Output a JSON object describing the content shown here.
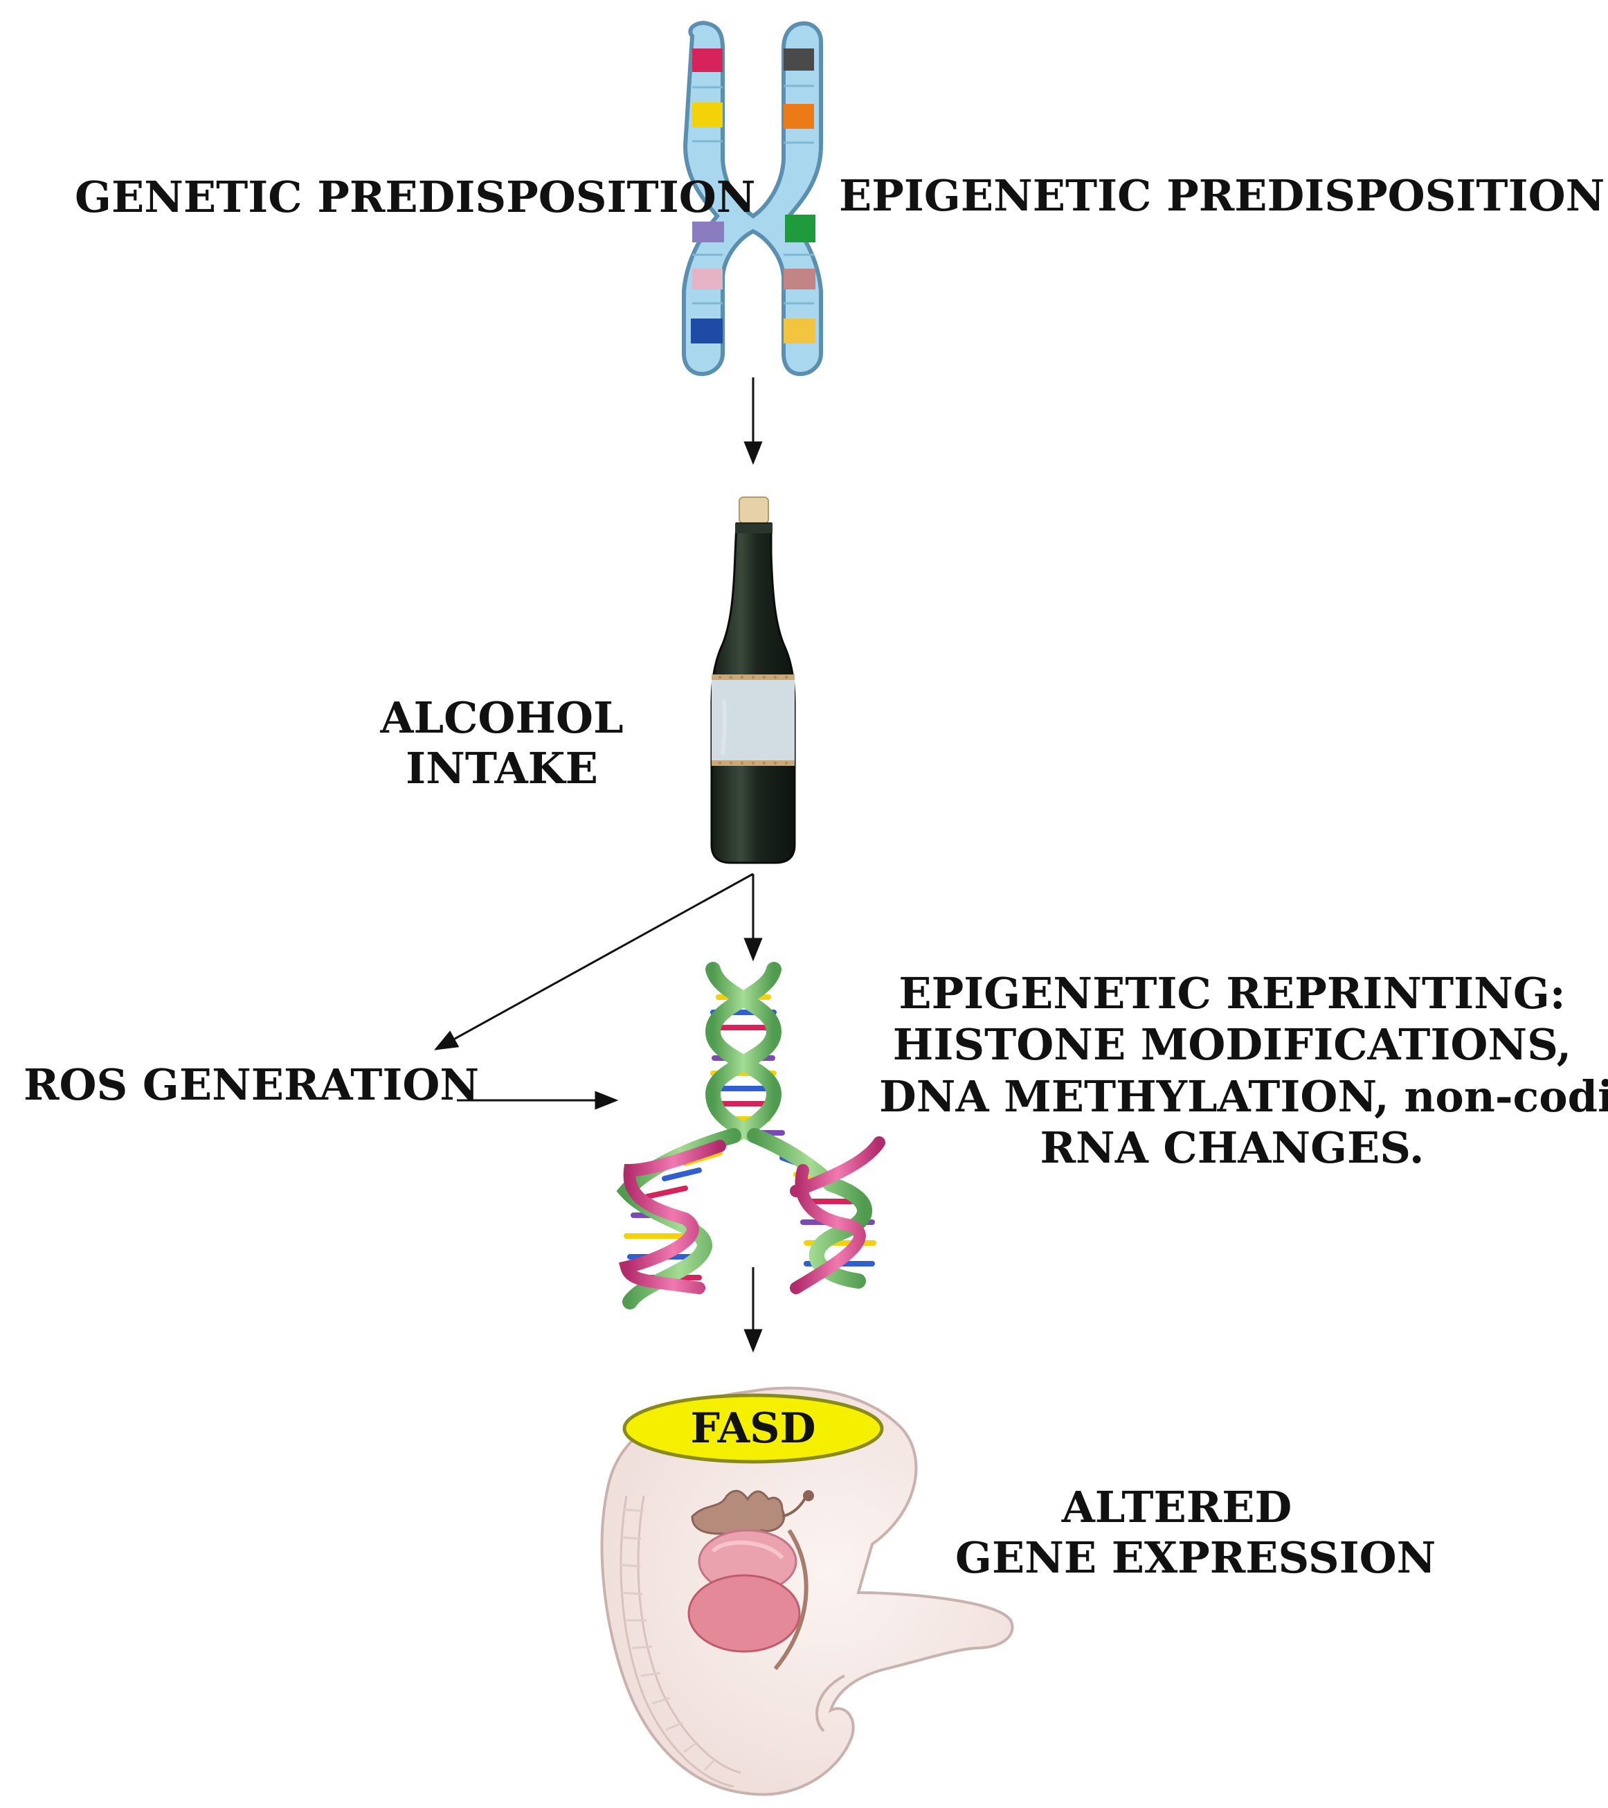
{
  "labels": {
    "genetic_predisposition": "GENETIC PREDISPOSITION",
    "epigenetic_predisposition": "EPIGENETIC PREDISPOSITION",
    "alcohol_line1": "ALCOHOL",
    "alcohol_line2": "INTAKE",
    "ros_generation": "ROS GENERATION",
    "reprinting_line1": "EPIGENETIC REPRINTING:",
    "reprinting_line2": "HISTONE MODIFICATIONS,",
    "reprinting_line3": "DNA METHYLATION, non-coding",
    "reprinting_line4": "RNA CHANGES.",
    "fasd": "FASD",
    "altered_line1": "ALTERED",
    "altered_line2": "GENE EXPRESSION"
  },
  "icons": {
    "chromosome": "chromosome-icon",
    "bottle": "wine-bottle-icon",
    "dna": "dna-helix-icon",
    "embryo": "embryo-icon"
  },
  "colors": {
    "chromosome_fill": "#a9d8ee",
    "chromosome_outline": "#5b8fb0",
    "bottle_glass": "#1f2a22",
    "bottle_label": "#d2dde3",
    "cork": "#e6d2a8",
    "dna_green": "#6dbb6a",
    "dna_pink": "#d9488a",
    "fasd_badge": "#f4f000",
    "fasd_badge_outline": "#8a8a1a",
    "embryo_fill": "#f6ecea",
    "embryo_outline": "#c9b2ad",
    "embryo_heart": "#e89aa6",
    "embryo_brain": "#a67c6c",
    "arrow": "#111111"
  }
}
